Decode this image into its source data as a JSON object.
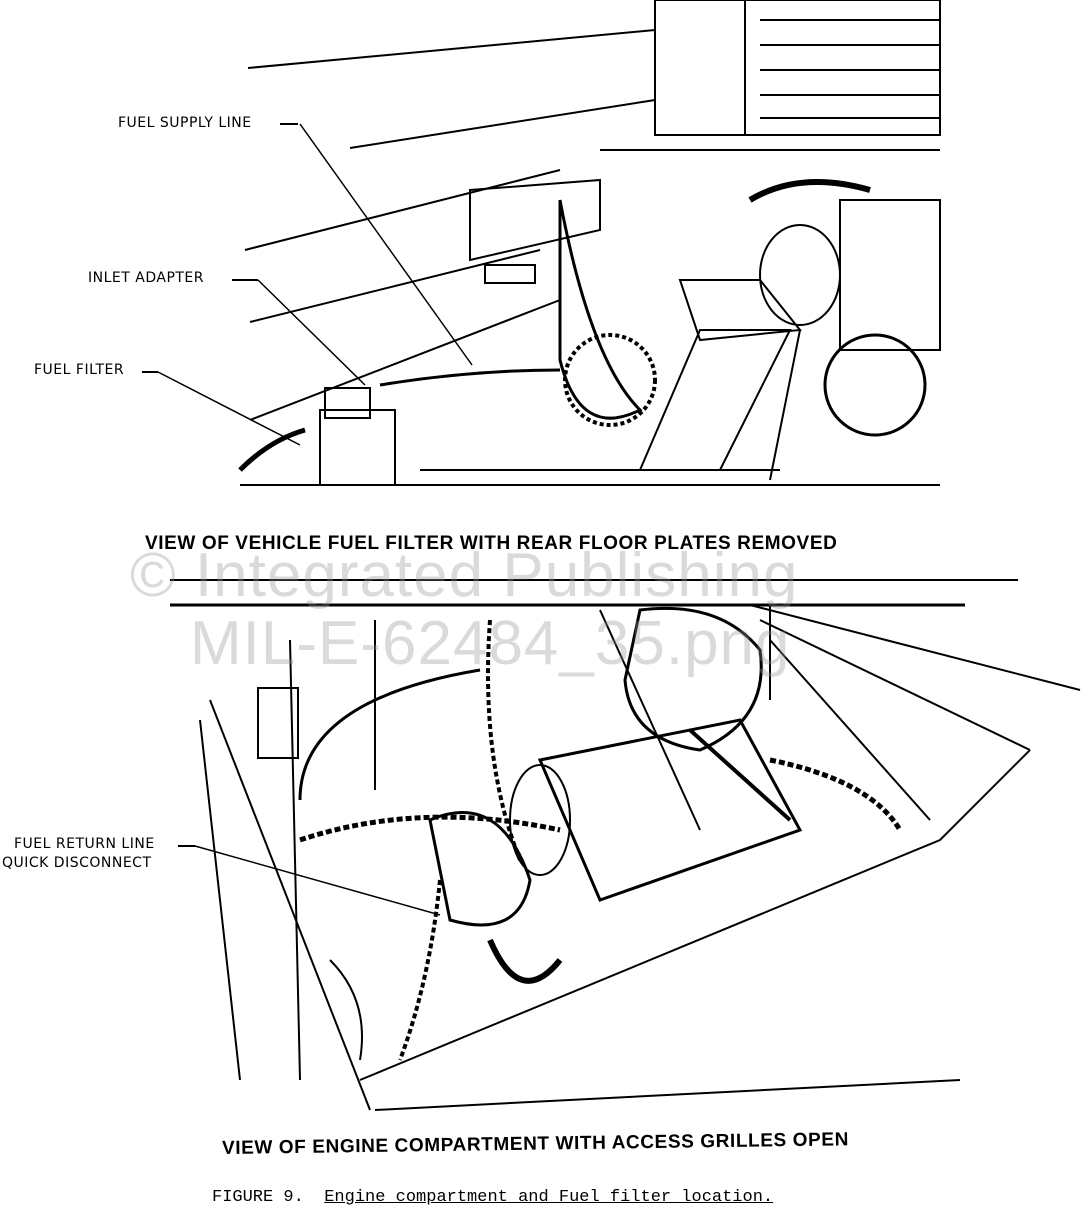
{
  "top_view": {
    "callouts": [
      "FUEL SUPPLY LINE",
      "INLET ADAPTER",
      "FUEL FILTER"
    ],
    "title": "VIEW OF VEHICLE FUEL FILTER WITH REAR FLOOR PLATES REMOVED"
  },
  "bottom_view": {
    "callout_line1": "FUEL RETURN LINE",
    "callout_line2": "QUICK DISCONNECT",
    "title": "VIEW OF ENGINE COMPARTMENT WITH ACCESS GRILLES OPEN"
  },
  "caption": {
    "figure": "FIGURE 9.",
    "text": "Engine compartment and Fuel filter location."
  },
  "watermark": {
    "line1": "© Integrated Publishing",
    "line2": "MIL-E-62484_35.png"
  }
}
